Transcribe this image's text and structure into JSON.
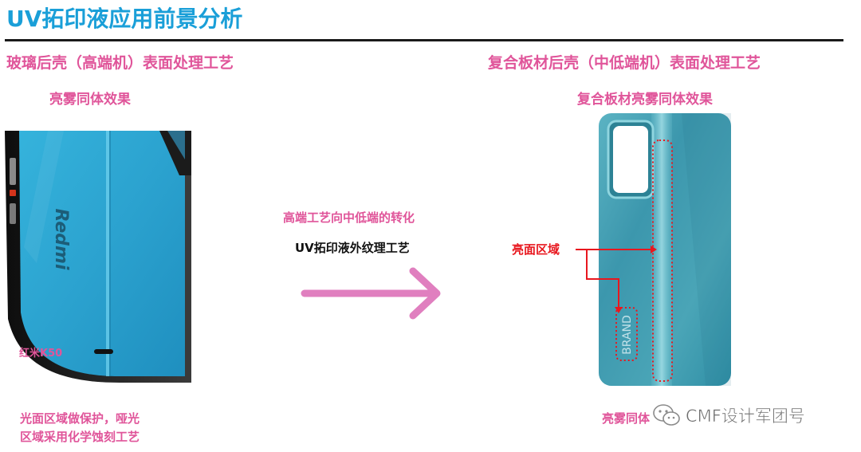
{
  "page": {
    "title": "UV拓印液应用前景分析"
  },
  "left": {
    "heading": "玻璃后壳（高端机）表面处理工艺",
    "subheading": "亮雾同体效果",
    "phone_brand": "Redmi",
    "phone_model_label": "红米K50",
    "note_line1": "光面区域做保护，哑光",
    "note_line2": "区域采用化学蚀刻工艺"
  },
  "middle": {
    "transition_label": "高端工艺向中低端的转化",
    "process_label": "UV拓印液外纹理工艺",
    "arrow_icon": "right-arrow-icon"
  },
  "right": {
    "heading": "复合板材后壳（中低端机）表面处理工艺",
    "subheading": "复合板材亮雾同体效果",
    "bright_area_label": "亮面区域",
    "cover_brand": "BRAND",
    "bottom_caption": "亮雾同体"
  },
  "watermark": {
    "text": "CMF设计军团号",
    "icon": "wechat-icon"
  },
  "colors": {
    "title_blue": "#1a9fd8",
    "accent_pink": "#e0559a",
    "callout_red": "#e8171e",
    "phone_teal": "#2aa6cf",
    "cover_teal": "#4a9fb0"
  }
}
